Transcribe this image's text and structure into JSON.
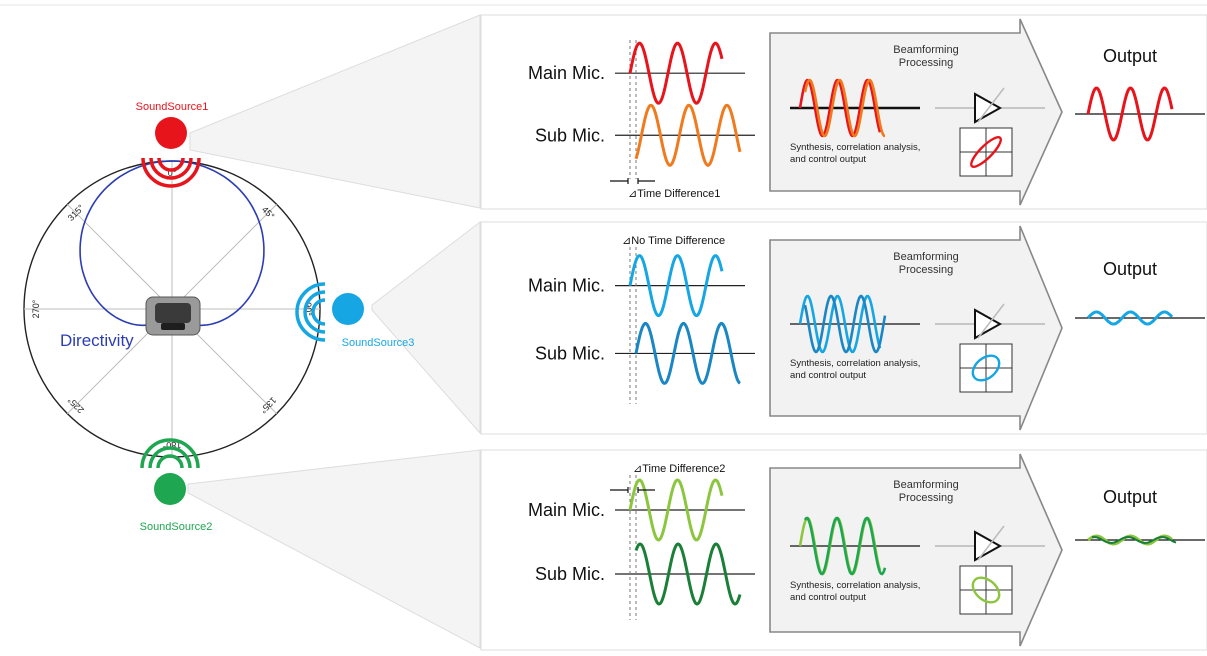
{
  "colors": {
    "red": "#e8141c",
    "orange": "#f07a1e",
    "blue": "#16a6e4",
    "blue_dark": "#1b86c4",
    "green_light": "#8cc63f",
    "green": "#1fa650",
    "green_dark": "#1b7f38",
    "pattern": "#2b3db3",
    "directivity_text": "#2b3db3",
    "panel_bg": "#f2f2f2",
    "connector_bg": "#f4f4f4"
  },
  "polar": {
    "directivity_label": "Directivity",
    "angles": [
      "0°",
      "45°",
      "90°",
      "135°",
      "180°",
      "225°",
      "270°",
      "315°"
    ]
  },
  "sources": [
    {
      "label": "SoundSource1",
      "color": "red"
    },
    {
      "label": "SoundSource2",
      "color": "green"
    },
    {
      "label": "SoundSource3",
      "color": "blue"
    }
  ],
  "panels": [
    {
      "main_mic_label": "Main Mic.",
      "sub_mic_label": "Sub Mic.",
      "time_label": "⊿Time Difference1",
      "process_title_1": "Beamforming",
      "process_title_2": "Processing",
      "note_1": "Synthesis, correlation analysis,",
      "note_2": "and control output",
      "output_label": "Output"
    },
    {
      "main_mic_label": "Main Mic.",
      "sub_mic_label": "Sub Mic.",
      "time_label": "⊿No Time Difference",
      "process_title_1": "Beamforming",
      "process_title_2": "Processing",
      "note_1": "Synthesis, correlation analysis,",
      "note_2": "and control output",
      "output_label": "Output"
    },
    {
      "main_mic_label": "Main Mic.",
      "sub_mic_label": "Sub Mic.",
      "time_label": "⊿Time Difference2",
      "process_title_1": "Beamforming",
      "process_title_2": "Processing",
      "note_1": "Synthesis, correlation analysis,",
      "note_2": "and control output",
      "output_label": "Output"
    }
  ]
}
